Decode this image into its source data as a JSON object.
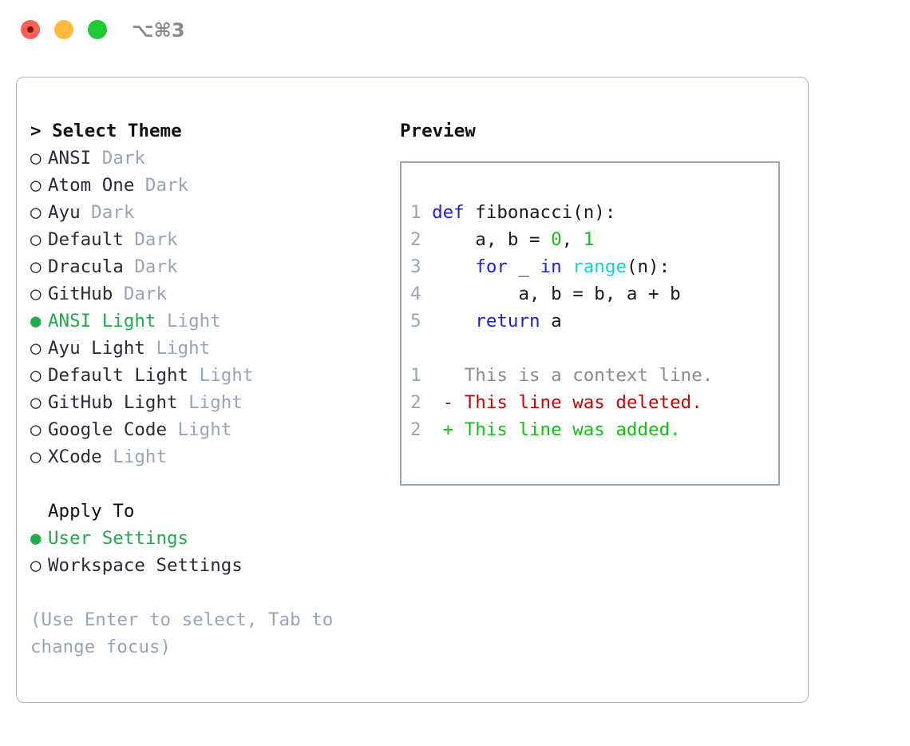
{
  "window": {
    "shortcut_label": "⌥⌘3",
    "traffic_lights": [
      "close",
      "minimize",
      "maximize"
    ]
  },
  "theme_panel": {
    "header": "> Select Theme",
    "options": [
      {
        "bullet": "○",
        "name": "ANSI",
        "suffix": "Dark",
        "selected": false
      },
      {
        "bullet": "○",
        "name": "Atom One",
        "suffix": "Dark",
        "selected": false
      },
      {
        "bullet": "○",
        "name": "Ayu",
        "suffix": "Dark",
        "selected": false
      },
      {
        "bullet": "○",
        "name": "Default",
        "suffix": "Dark",
        "selected": false
      },
      {
        "bullet": "○",
        "name": "Dracula",
        "suffix": "Dark",
        "selected": false
      },
      {
        "bullet": "○",
        "name": "GitHub",
        "suffix": "Dark",
        "selected": false
      },
      {
        "bullet": "●",
        "name": "ANSI Light",
        "suffix": "Light",
        "selected": true
      },
      {
        "bullet": "○",
        "name": "Ayu Light",
        "suffix": "Light",
        "selected": false
      },
      {
        "bullet": "○",
        "name": "Default Light",
        "suffix": "Light",
        "selected": false
      },
      {
        "bullet": "○",
        "name": "GitHub Light",
        "suffix": "Light",
        "selected": false
      },
      {
        "bullet": "○",
        "name": "Google Code",
        "suffix": "Light",
        "selected": false
      },
      {
        "bullet": "○",
        "name": "XCode",
        "suffix": "Light",
        "selected": false
      }
    ]
  },
  "apply_to": {
    "header": "Apply To",
    "options": [
      {
        "bullet": "●",
        "name": "User Settings",
        "selected": true
      },
      {
        "bullet": "○",
        "name": "Workspace Settings",
        "selected": false
      }
    ]
  },
  "hint": "(Use Enter to select, Tab to change focus)",
  "preview": {
    "title": "Preview",
    "code_lines": [
      {
        "number": "1",
        "tokens": [
          {
            "text": "def ",
            "type": "kw"
          },
          {
            "text": "fibonacci(n):",
            "type": "plain"
          }
        ]
      },
      {
        "number": "2",
        "tokens": [
          {
            "text": "    a, b = ",
            "type": "plain"
          },
          {
            "text": "0",
            "type": "num"
          },
          {
            "text": ", ",
            "type": "plain"
          },
          {
            "text": "1",
            "type": "num"
          }
        ]
      },
      {
        "number": "3",
        "tokens": [
          {
            "text": "    ",
            "type": "plain"
          },
          {
            "text": "for",
            "type": "kw"
          },
          {
            "text": " _ ",
            "type": "plain"
          },
          {
            "text": "in",
            "type": "kw"
          },
          {
            "text": " ",
            "type": "plain"
          },
          {
            "text": "range",
            "type": "builtin"
          },
          {
            "text": "(n):",
            "type": "plain"
          }
        ]
      },
      {
        "number": "4",
        "tokens": [
          {
            "text": "        a, b = b, a + b",
            "type": "plain"
          }
        ]
      },
      {
        "number": "5",
        "tokens": [
          {
            "text": "    ",
            "type": "plain"
          },
          {
            "text": "return",
            "type": "kw"
          },
          {
            "text": " a",
            "type": "plain"
          }
        ]
      }
    ],
    "diff_lines": [
      {
        "number": "1",
        "marker": " ",
        "text": "This is a context line.",
        "type": "context"
      },
      {
        "number": "2",
        "marker": "-",
        "text": "This line was deleted.",
        "type": "deleted"
      },
      {
        "number": "2",
        "marker": "+",
        "text": "This line was added.",
        "type": "added"
      }
    ]
  },
  "colors": {
    "accent_green": "#1faa4b",
    "muted_gray": "#9aa5b4",
    "keyword_blue": "#1f1fd8",
    "builtin_cyan": "#19d0d0",
    "number_green": "#13c413",
    "diff_deleted_red": "#c00707",
    "diff_added_green": "#10c410",
    "border": "#aeb6c2",
    "traffic_close": "#fc6058",
    "traffic_minimize": "#fdbc40",
    "traffic_maximize": "#20c933"
  }
}
